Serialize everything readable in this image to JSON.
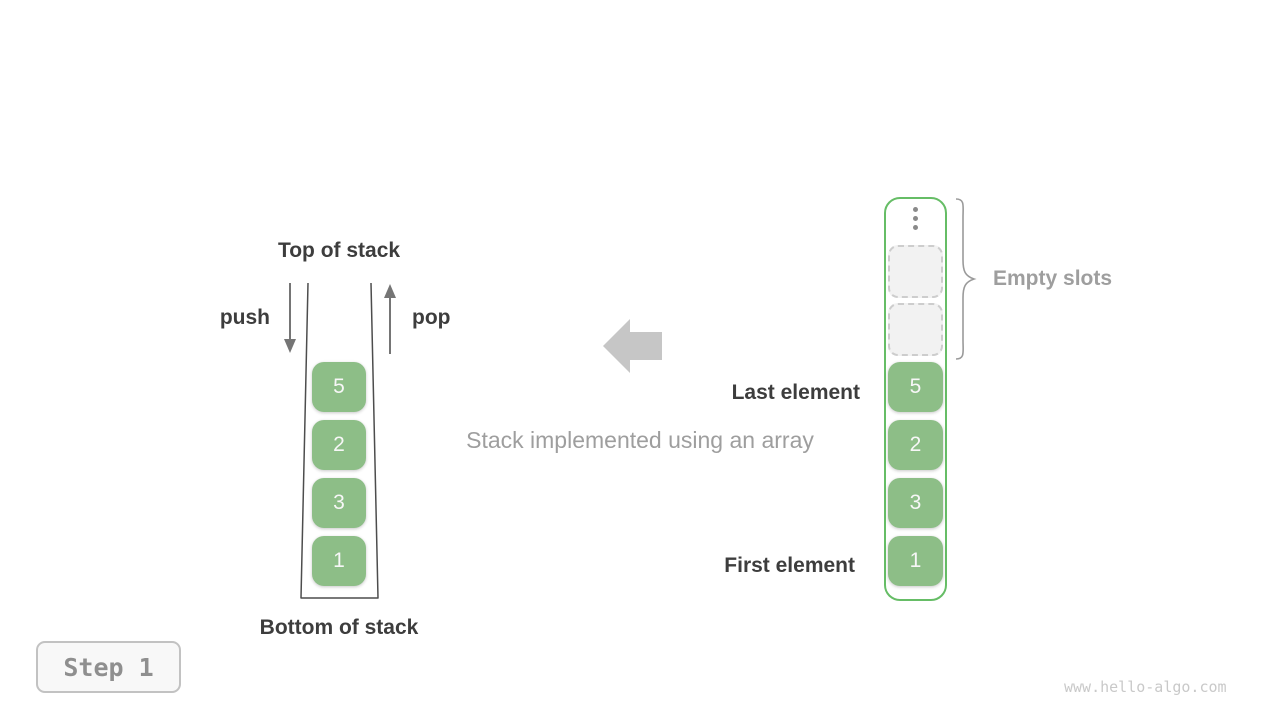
{
  "left_stack": {
    "top_label": "Top of stack",
    "bottom_label": "Bottom of stack",
    "push_label": "push",
    "pop_label": "pop",
    "values": [
      "5",
      "2",
      "3",
      "1"
    ]
  },
  "center": {
    "caption": "Stack implemented using an array",
    "arrow_icon": "left-block-arrow"
  },
  "array_view": {
    "ellipsis_icon": "vertical-ellipsis",
    "empty_slots_count": 2,
    "empty_slots_label": "Empty slots",
    "last_element_label": "Last element",
    "first_element_label": "First element",
    "values": [
      "5",
      "2",
      "3",
      "1"
    ]
  },
  "step_badge": {
    "label": "Step 1"
  },
  "watermark": "www.hello-algo.com",
  "colors": {
    "box_green": "#8dbe87",
    "container_border_green": "#66bd66",
    "dark_text": "#3d3d3d",
    "gray_text": "#9e9e9e",
    "block_arrow_gray": "#c6c6c6",
    "arrow_stroke_gray": "#757575",
    "empty_slot_bg": "#f2f2f2",
    "empty_slot_border": "#cdcdcd",
    "badge_text": "#8f8f8f",
    "watermark_text": "#c9c9c9"
  }
}
